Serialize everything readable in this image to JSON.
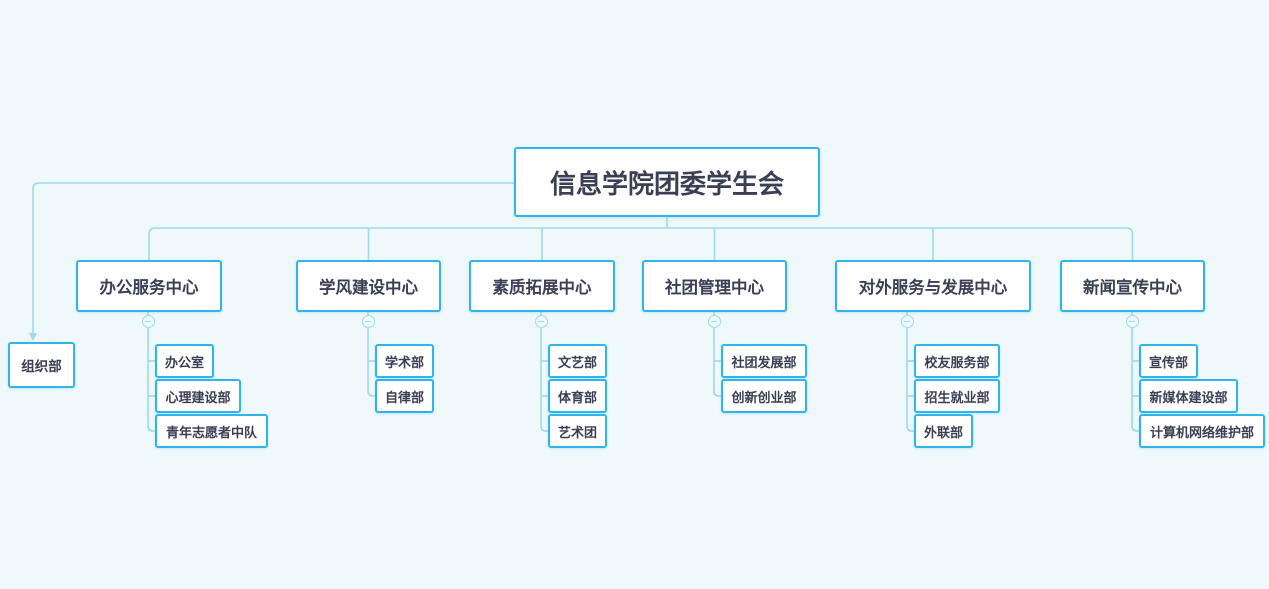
{
  "root": {
    "label": "信息学院团委学生会"
  },
  "side": {
    "label": "组织部"
  },
  "centers": [
    {
      "label": "办公服务中心",
      "children": [
        "办公室",
        "心理建设部",
        "青年志愿者中队"
      ]
    },
    {
      "label": "学风建设中心",
      "children": [
        "学术部",
        "自律部"
      ]
    },
    {
      "label": "素质拓展中心",
      "children": [
        "文艺部",
        "体育部",
        "艺术团"
      ]
    },
    {
      "label": "社团管理中心",
      "children": [
        "社团发展部",
        "创新创业部"
      ]
    },
    {
      "label": "对外服务与发展中心",
      "children": [
        "校友服务部",
        "招生就业部",
        "外联部"
      ]
    },
    {
      "label": "新闻宣传中心",
      "children": [
        "宣传部",
        "新媒体建设部",
        "计算机网络维护部"
      ]
    }
  ],
  "colors": {
    "background": "#eff8fa",
    "node_border": "#2fb4ec",
    "connector": "#9ed9ef",
    "text": "#3a3f55"
  },
  "icons": {
    "collapse": "collapse-minus-icon",
    "arrow": "arrow-down-icon"
  }
}
